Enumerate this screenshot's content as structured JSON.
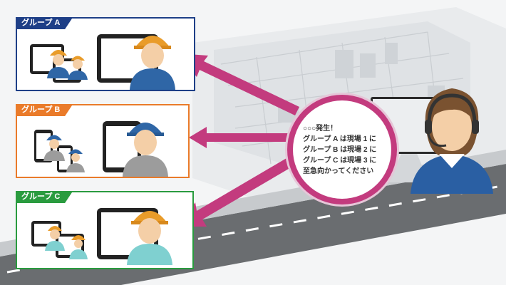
{
  "groups": [
    {
      "label": "グループ A",
      "color": "#1e3f87",
      "helmet": "#e99c2a",
      "shirt": "#2f66a6"
    },
    {
      "label": "グループ B",
      "color": "#ea7b2a",
      "helmet": "#2f66a6",
      "shirt": "#9c9c9c"
    },
    {
      "label": "グループ C",
      "color": "#2a9b3f",
      "helmet": "#e99c2a",
      "shirt": "#7fd0d0"
    }
  ],
  "message": {
    "lines": [
      "○○○発生！",
      "グループ A は現場 1 に",
      "グループ B は現場 2 に",
      "グループ C は現場 3 に",
      "至急向かってください"
    ]
  },
  "colors": {
    "arrow": "#c33b7e",
    "operator_shirt": "#2a5fa3",
    "background": "#f4f5f6"
  },
  "icons": [
    "tablet-icon",
    "smartphone-icon",
    "worker-icon",
    "headset-icon",
    "monitor-icon",
    "arrow-icon"
  ]
}
